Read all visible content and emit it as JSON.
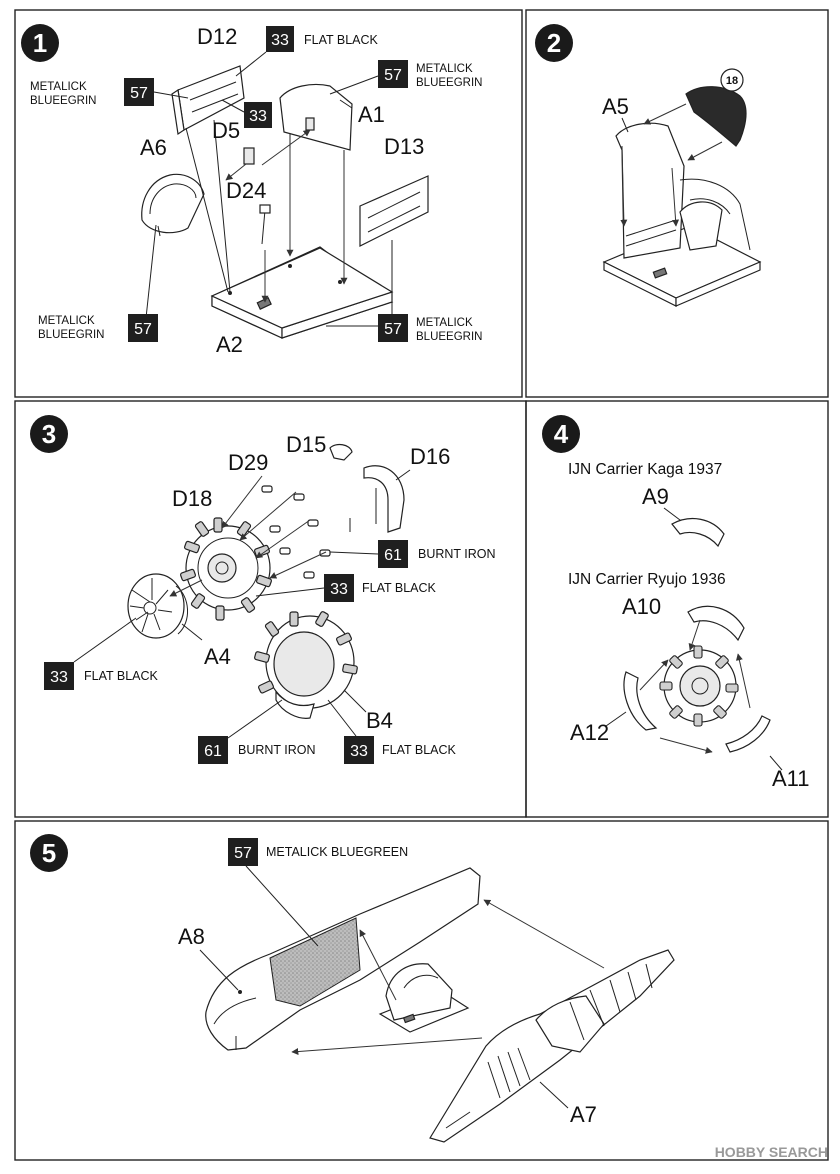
{
  "steps": [
    {
      "number": "1",
      "parts": [
        "D12",
        "D5",
        "A1",
        "A6",
        "D24",
        "D13",
        "A2"
      ],
      "callouts": [
        {
          "code": "33",
          "name": "FLAT BLACK"
        },
        {
          "code": "57",
          "name_lines": [
            "METALICK",
            "BLUEEGRIN"
          ]
        },
        {
          "code": "33",
          "name": ""
        },
        {
          "code": "57",
          "name_lines": [
            "METALICK",
            "BLUEEGRIN"
          ]
        },
        {
          "code": "57",
          "name_lines": [
            "METALICK",
            "BLUEEGRIN"
          ]
        },
        {
          "code": "57",
          "name_lines": [
            "METALICK",
            "BLUEEGRIN"
          ]
        }
      ]
    },
    {
      "number": "2",
      "parts": [
        "A5"
      ],
      "decal": "18"
    },
    {
      "number": "3",
      "parts": [
        "D15",
        "D29",
        "D16",
        "D18",
        "A4",
        "B4"
      ],
      "callouts": [
        {
          "code": "61",
          "name": "BURNT IRON"
        },
        {
          "code": "33",
          "name": "FLAT BLACK"
        },
        {
          "code": "33",
          "name": "FLAT BLACK"
        },
        {
          "code": "61",
          "name": "BURNT IRON"
        },
        {
          "code": "33",
          "name": "FLAT BLACK"
        }
      ]
    },
    {
      "number": "4",
      "variants": [
        "IJN Carrier Kaga 1937",
        "IJN Carrier Ryujo 1936"
      ],
      "parts": [
        "A9",
        "A10",
        "A12",
        "A11"
      ]
    },
    {
      "number": "5",
      "parts": [
        "A8",
        "A7"
      ],
      "callouts": [
        {
          "code": "57",
          "name": "METALICK BLUEGREEN"
        }
      ]
    }
  ],
  "watermark": "HOBBY SEARCH"
}
